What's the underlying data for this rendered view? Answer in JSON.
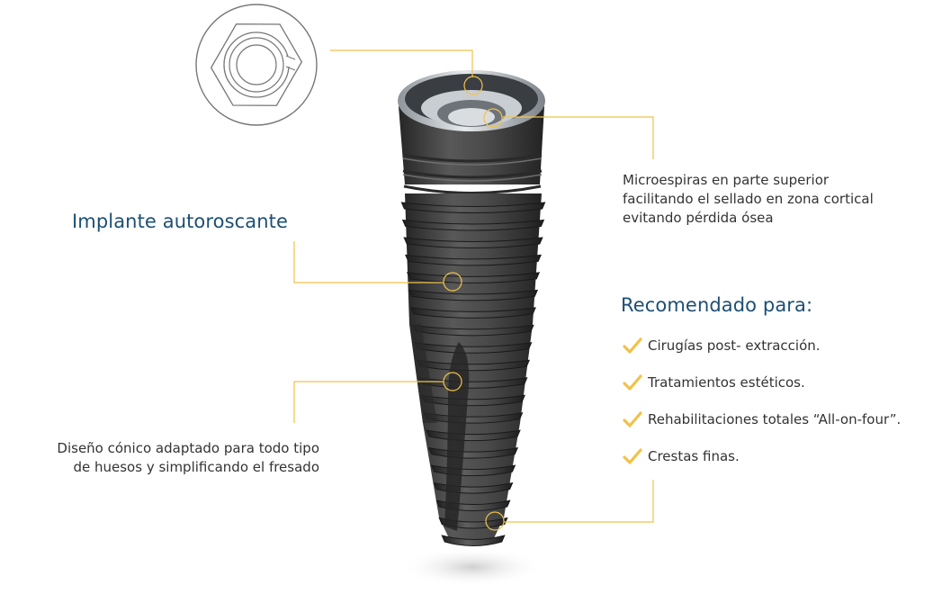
{
  "callouts": {
    "microspirals": {
      "lines": [
        "Microespiras en parte superior",
        "facilitando el sellado en zona cortical",
        "evitando pérdida ósea"
      ]
    },
    "self_tapping": {
      "title": "Implante autoroscante"
    },
    "conical": {
      "lines": [
        "Diseño cónico adaptado para todo tipo",
        "de huesos y simplificando el fresado"
      ]
    }
  },
  "recommended": {
    "title": "Recomendado para:",
    "items": [
      "Cirugías post- extracción.",
      "Tratamientos estéticos.",
      "Rehabilitaciones totales “All-on-four”.",
      "Crestas finas."
    ]
  },
  "colors": {
    "accent_gold": "#f0c24b",
    "heading_blue": "#1d4f73",
    "body_text": "#333333",
    "implant_dark": "#3c3c3c",
    "implant_metal": "#b7bcc2"
  },
  "icons": {
    "check": "check-icon"
  }
}
